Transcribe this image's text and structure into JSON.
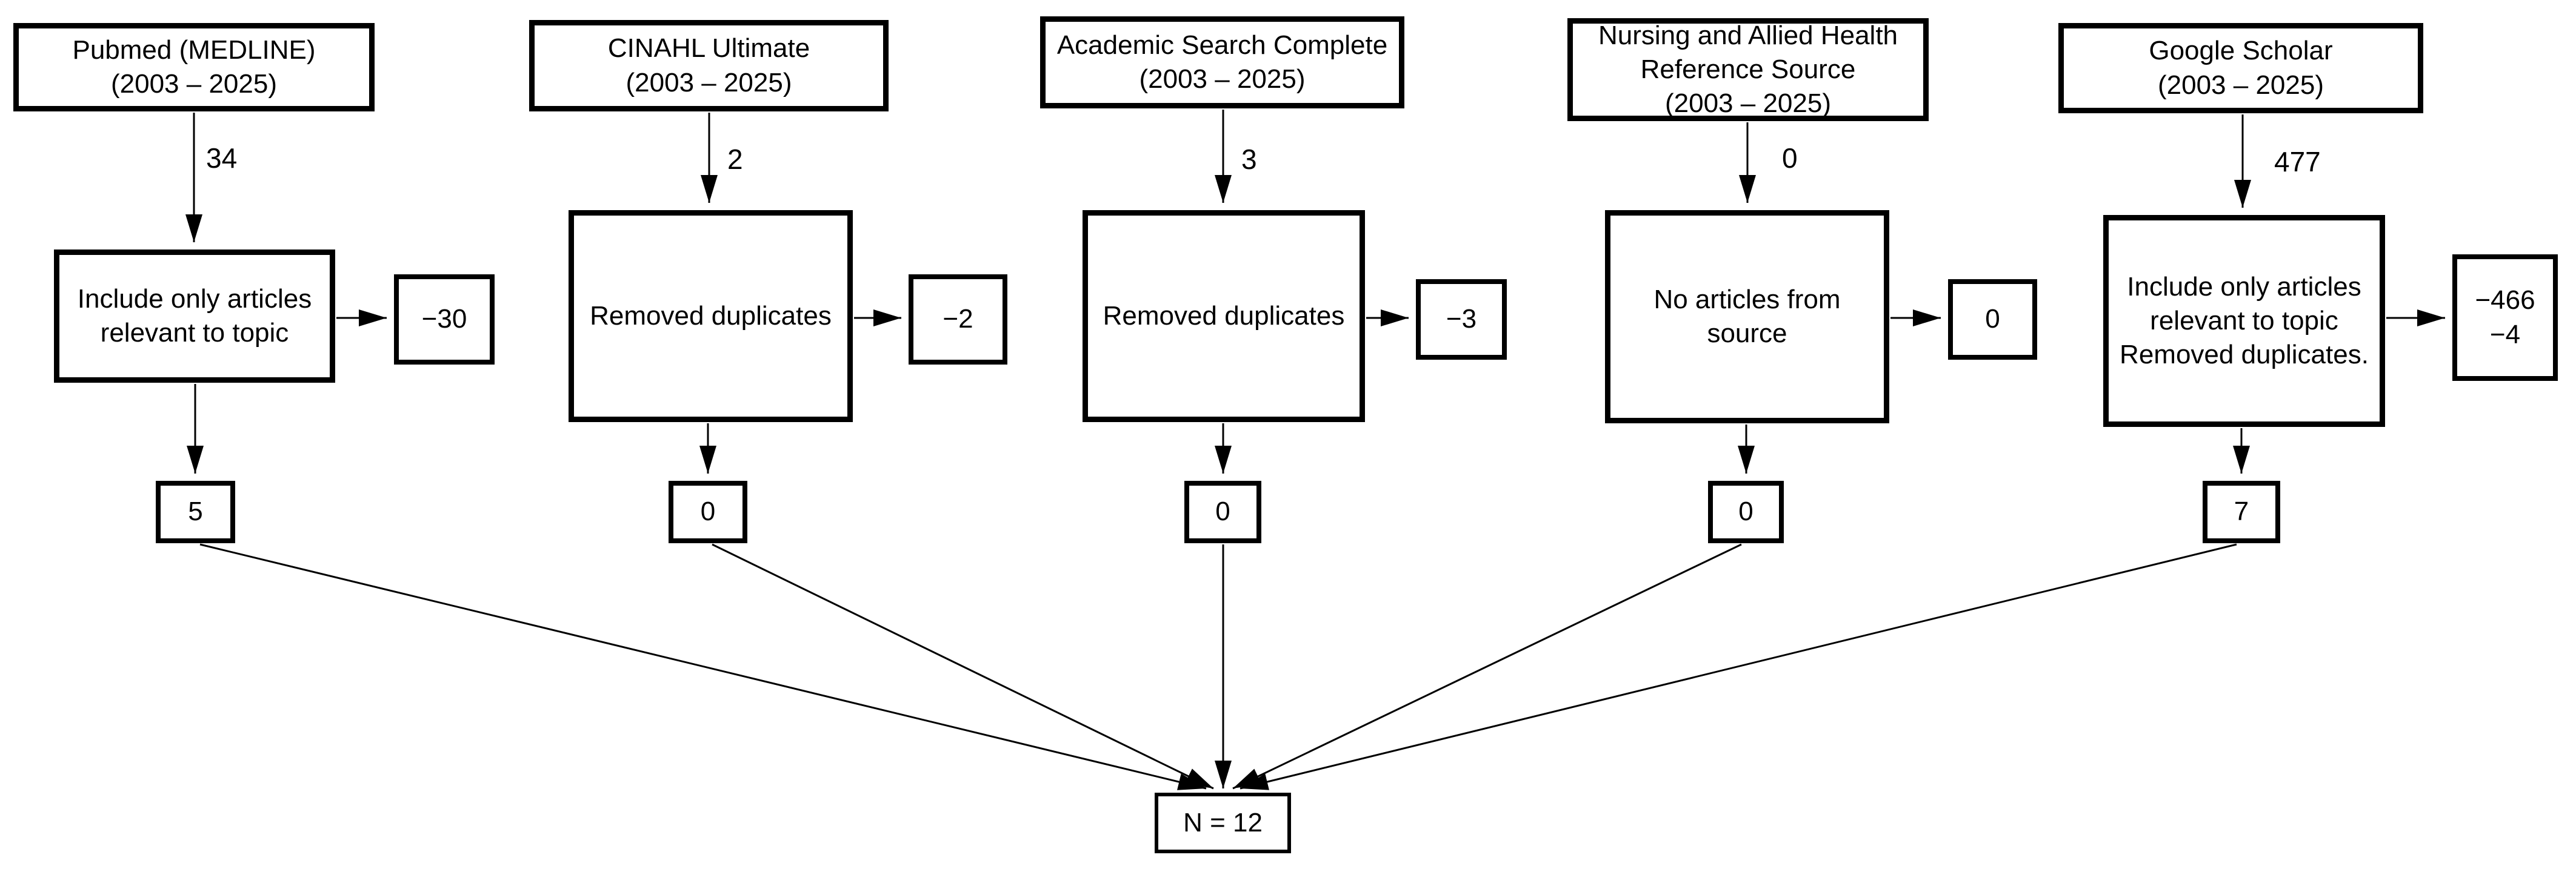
{
  "diagram": {
    "kind": "literature-search-flowchart",
    "colors": {
      "line": "#000000",
      "background": "#ffffff",
      "text": "#000000"
    },
    "columns": [
      {
        "source": "Pubmed (MEDLINE)\n(2003 – 2025)",
        "retrieved": "34",
        "action": "Include only articles\nrelevant to topic",
        "excluded": "−30",
        "included": "5"
      },
      {
        "source": "CINAHL Ultimate\n(2003 – 2025)",
        "retrieved": "2",
        "action": "Removed duplicates",
        "excluded": "−2",
        "included": "0"
      },
      {
        "source": "Academic Search Complete\n(2003 – 2025)",
        "retrieved": "3",
        "action": "Removed duplicates",
        "excluded": "−3",
        "included": "0"
      },
      {
        "source": "Nursing and Allied Health\nReference Source\n(2003 – 2025)",
        "retrieved": "0",
        "action": "No articles from\nsource",
        "excluded": "0",
        "included": "0"
      },
      {
        "source": "Google Scholar\n(2003 – 2025)",
        "retrieved": "477",
        "action": "Include only articles\nrelevant to topic\nRemoved duplicates.",
        "excluded": "−466\n−4",
        "included": "7"
      }
    ],
    "final": {
      "label": "N = 12"
    }
  }
}
